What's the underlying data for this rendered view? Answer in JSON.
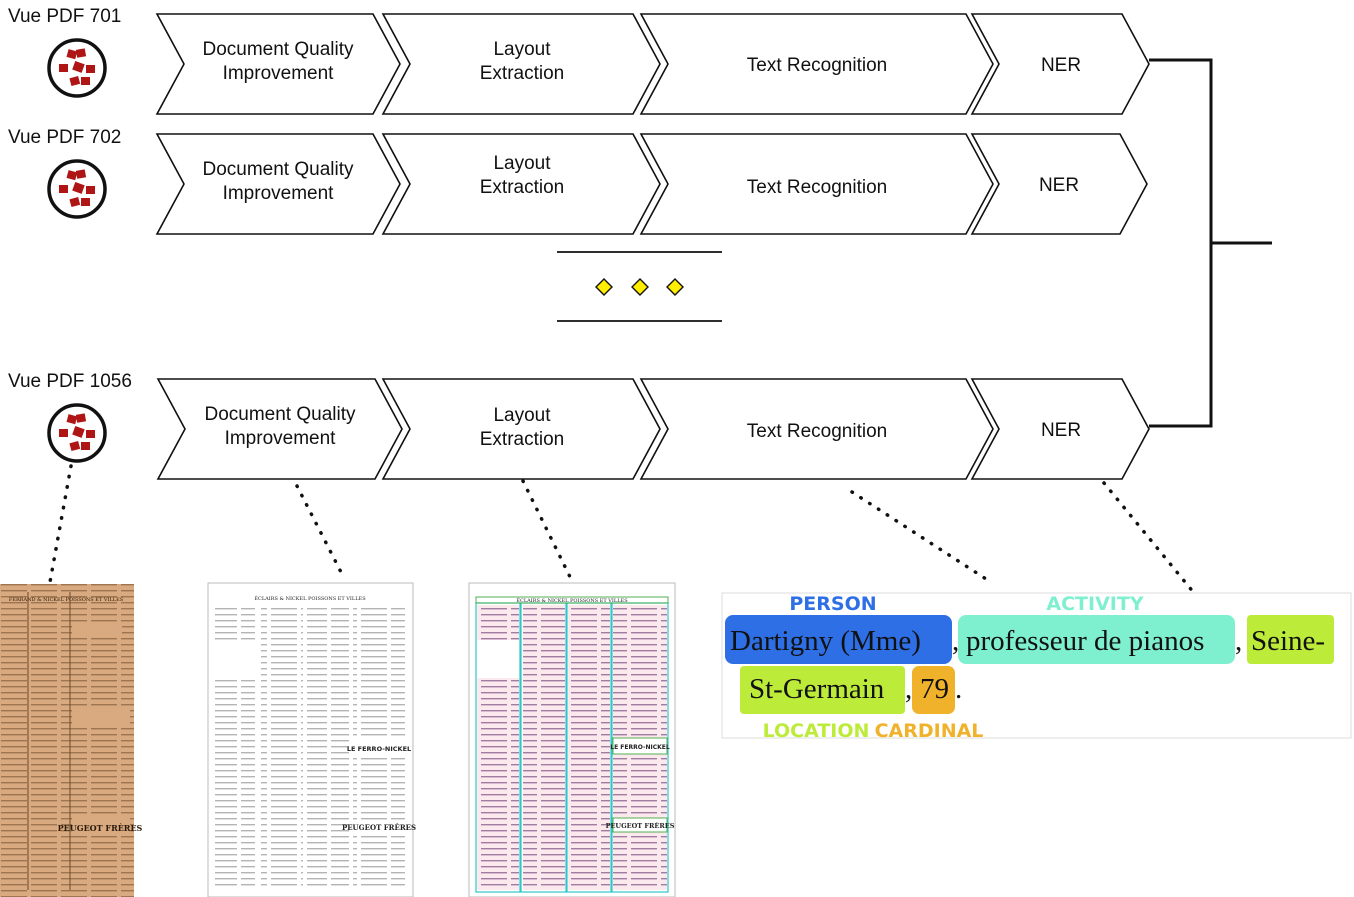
{
  "documents": [
    {
      "label": "Vue PDF 701"
    },
    {
      "label": "Vue PDF 702"
    },
    {
      "label": "Vue PDF 1056"
    }
  ],
  "stages": [
    {
      "line1": "Document Quality",
      "line2": "Improvement"
    },
    {
      "line1": "Layout",
      "line2": "Extraction"
    },
    {
      "line1": "Text Recognition",
      "line2": ""
    },
    {
      "line1": "NER",
      "line2": ""
    }
  ],
  "ner_example": {
    "tags": {
      "person": "PERSON",
      "activity": "ACTIVITY",
      "location": "LOCATION",
      "cardinal": "CARDINAL"
    },
    "tokens": {
      "person": "Dartigny (Mme)",
      "comma1": ",",
      "activity": "professeur de pianos",
      "comma2": ",",
      "location_a": "Seine-",
      "location_b": "St-Germain",
      "comma3": ",",
      "cardinal": "79",
      "period": "."
    }
  },
  "scan_texts": {
    "scan1_top": "FERRAND & NICKEL   POISSONS ET VILLES",
    "scan1_bottom": "PEUGEOT FRÈRES",
    "scan2_header": "ÉCLAIRS & NICKEL   POISSONS ET VILLES",
    "scan2_mid": "LE FERRO-NICKEL",
    "scan2_bottom": "PEUGEOT FRÈRES",
    "scan3_header": "ÉCLAIRS & NICKEL   POISSONS ET VILLES",
    "scan3_mid": "LE FERRO-NICKEL",
    "scan3_bottom": "PEUGEOT FRÈRES"
  },
  "colors": {
    "person": "#2f6fe6",
    "activity": "#7ff0cf",
    "location": "#bdeb3a",
    "cardinal": "#f0b22a",
    "ellipsis": "#ffee00",
    "seal": "#b01515"
  }
}
